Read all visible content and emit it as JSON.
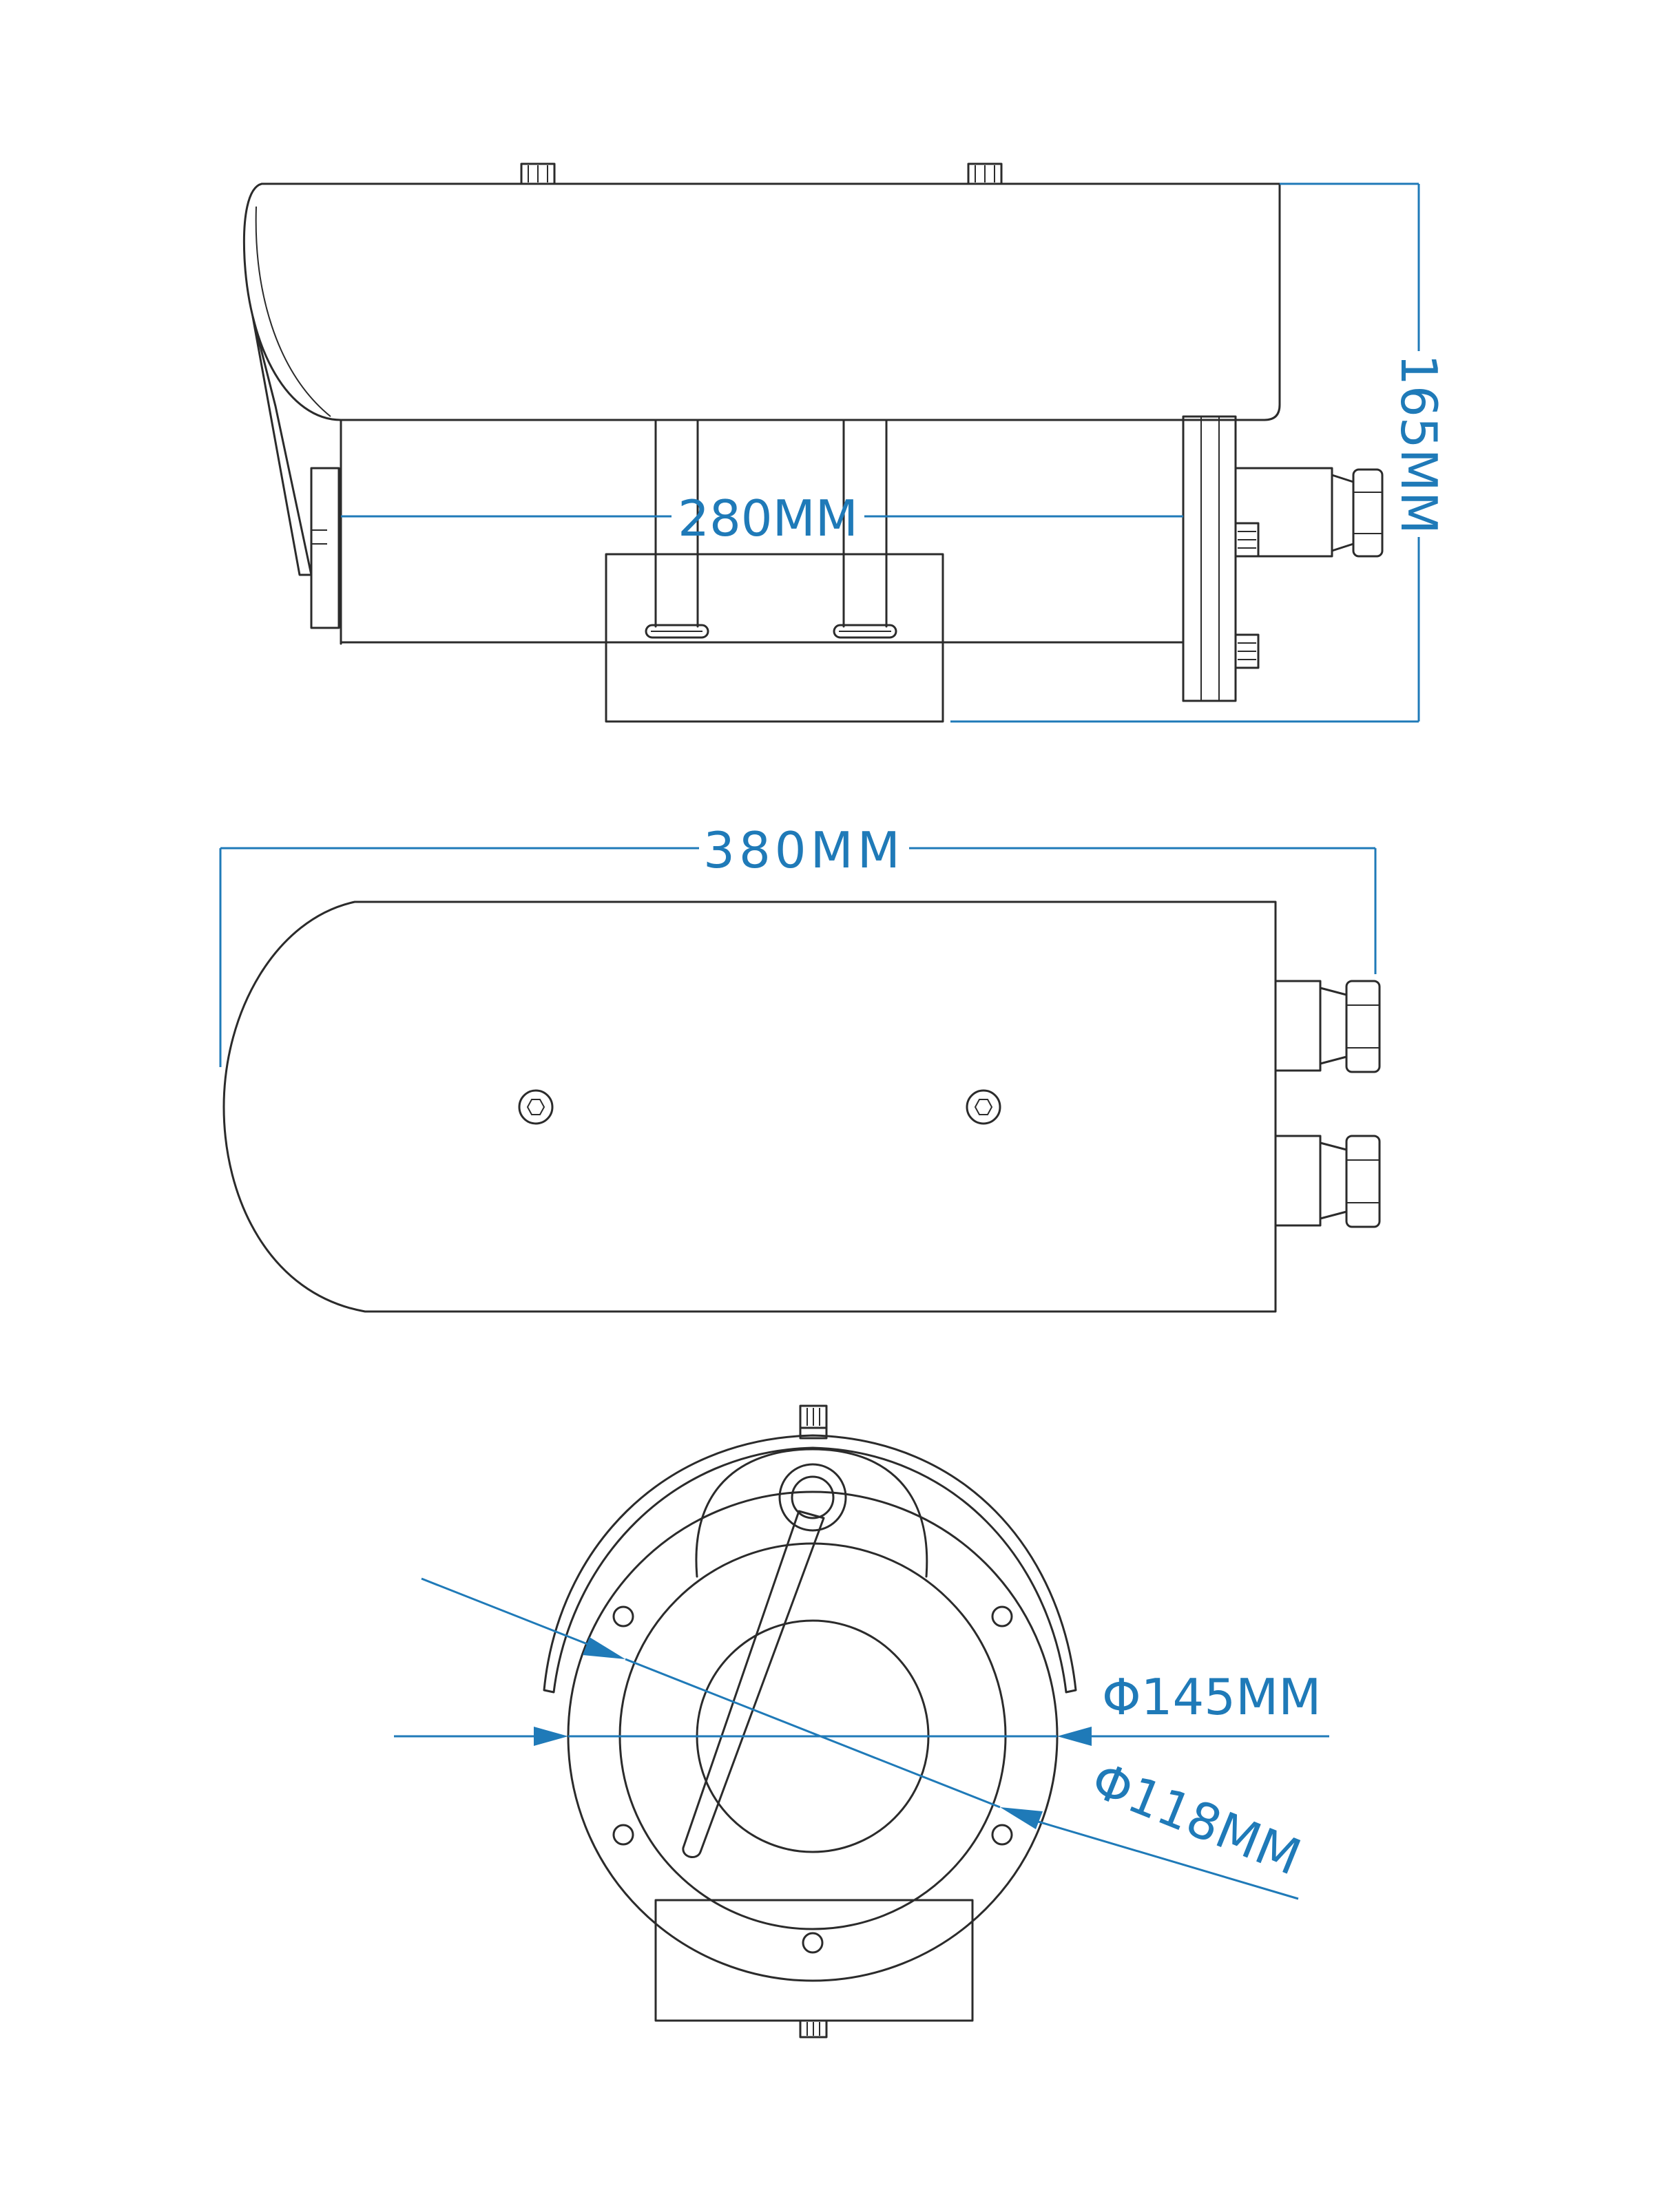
{
  "colors": {
    "line": "#2b2b2b",
    "dimension": "#1f7ab8",
    "background": "#ffffff"
  },
  "side_view": {
    "length_label": "280MM",
    "height_label": "165MM"
  },
  "top_view": {
    "length_label": "380MM"
  },
  "front_view": {
    "outer_diameter_label": "Φ145MM",
    "inner_diameter_label": "Φ118MM"
  }
}
